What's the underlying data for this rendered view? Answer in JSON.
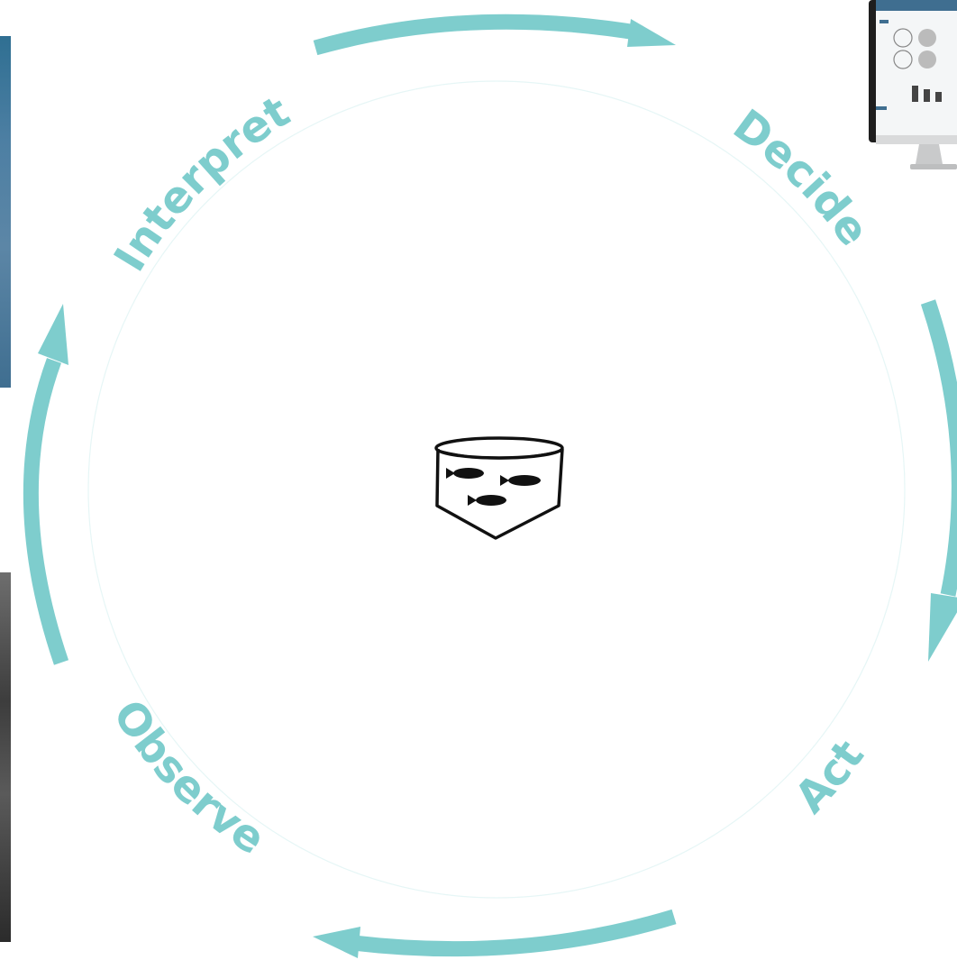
{
  "diagram": {
    "stages": [
      {
        "id": "interpret",
        "label": "Interpret"
      },
      {
        "id": "decide",
        "label": "Decide"
      },
      {
        "id": "act",
        "label": "Act"
      },
      {
        "id": "observe",
        "label": "Observe"
      }
    ],
    "center_icon": "fish-pen-icon"
  },
  "colors": {
    "accent": "#7ECDCD",
    "ring": "#dff3f3",
    "icon": "#111111"
  }
}
